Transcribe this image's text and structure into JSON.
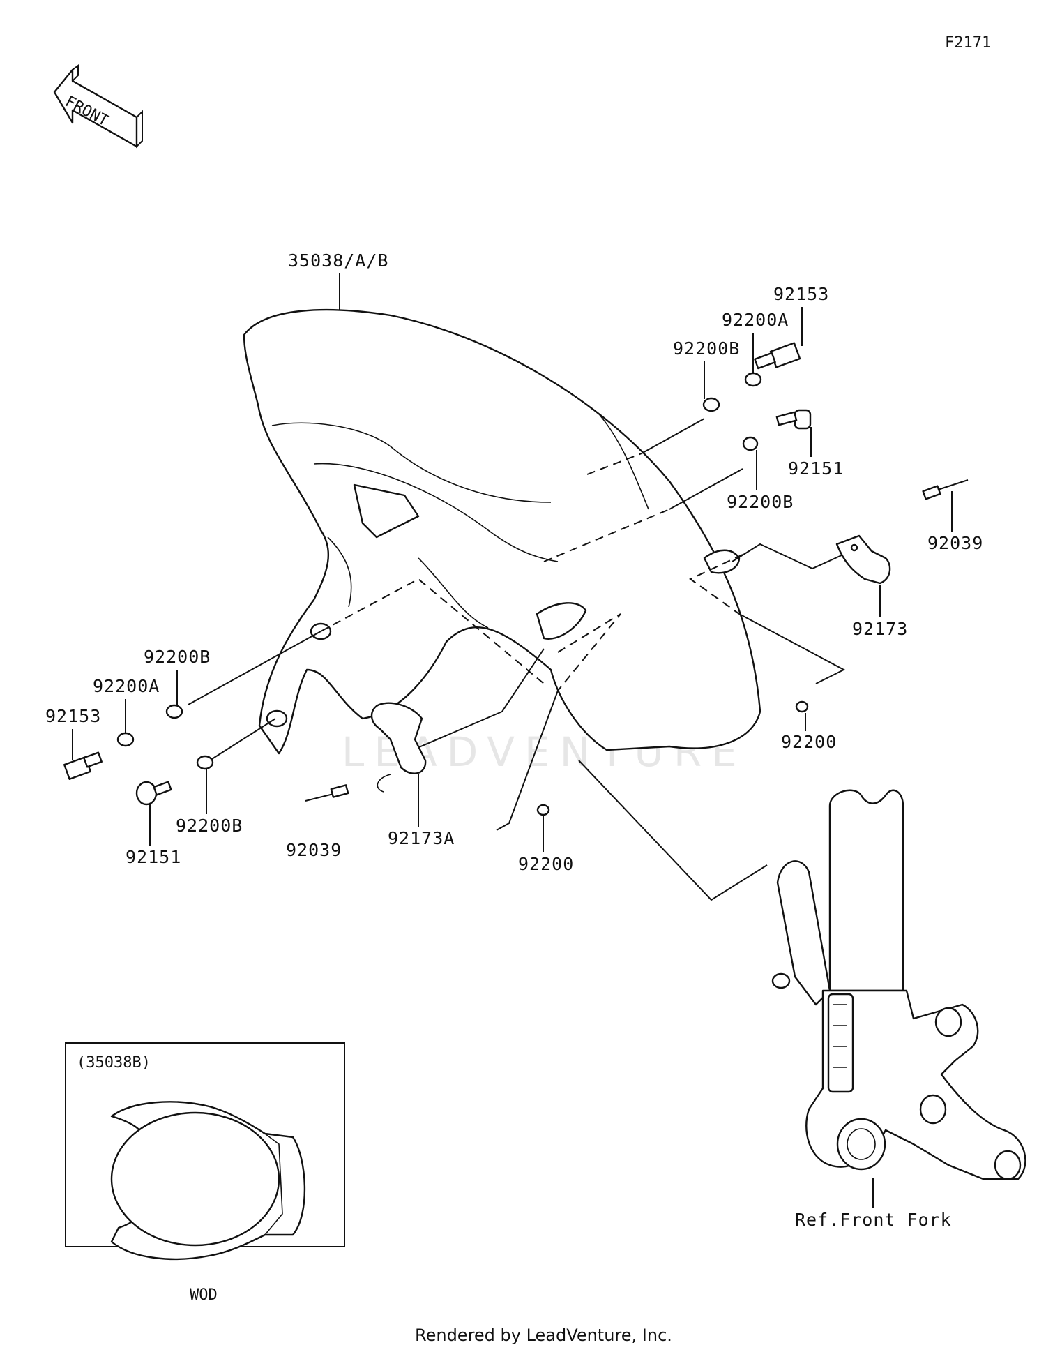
{
  "diagram_code": "F2171",
  "front_arrow_label": "FRONT",
  "watermark": "LEADVENTURE",
  "footer": "Rendered by LeadVenture, Inc.",
  "inset": {
    "label": "(35038B)",
    "caption": "WOD"
  },
  "part_labels": {
    "fender": "35038/A/B",
    "bolt_right": "92153",
    "washer_a_right": "92200A",
    "washer_b_right_top": "92200B",
    "screw_right": "92151",
    "washer_b_right_low": "92200B",
    "rivet_right": "92039",
    "clamp_right": "92173",
    "washer_right": "92200",
    "washer_b_left_top": "92200B",
    "washer_a_left": "92200A",
    "bolt_left": "92153",
    "washer_b_left_low": "92200B",
    "screw_left": "92151",
    "rivet_left": "92039",
    "clamp_left": "92173A",
    "washer_center": "92200",
    "front_fork_ref": "Ref.Front Fork"
  }
}
